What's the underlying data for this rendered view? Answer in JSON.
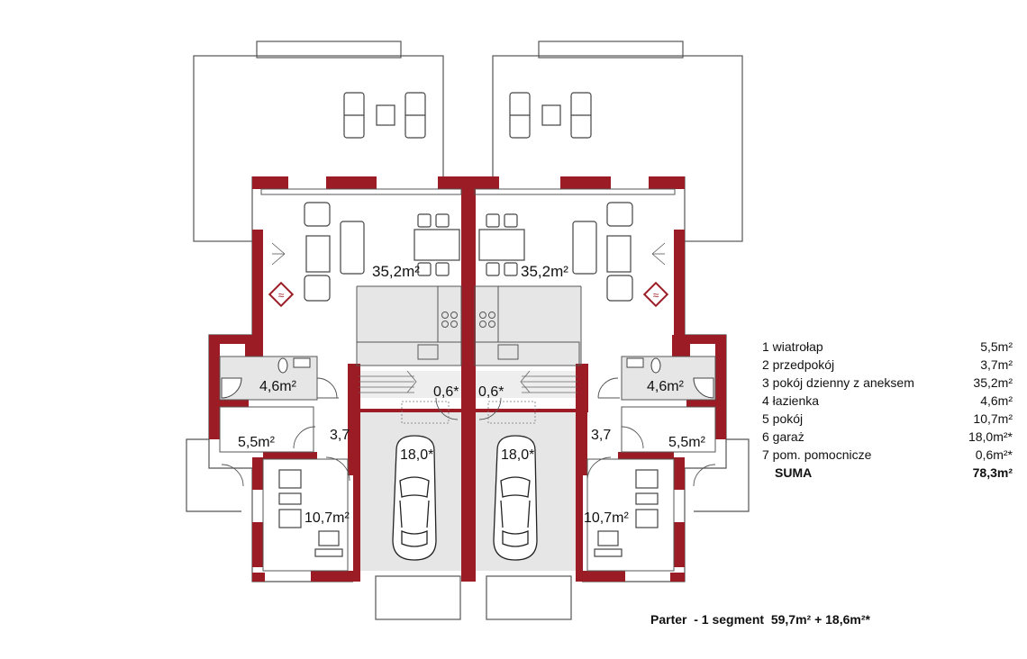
{
  "areas": {
    "living_left": "35,2m²",
    "living_right": "35,2m²",
    "bath_left": "4,6m²",
    "bath_right": "4,6m²",
    "vestibule_left": "5,5m²",
    "vestibule_right": "5,5m²",
    "hall_left": "3,7",
    "hall_right": "3,7",
    "room_left": "10,7m²",
    "room_right": "10,7m²",
    "garage_left": "18,0*",
    "garage_right": "18,0*",
    "aux_left": "0,6*",
    "aux_right": "0,6*"
  },
  "legend": [
    {
      "label": "1 wiatrołap",
      "value": "5,5m²"
    },
    {
      "label": "2 przedpokój",
      "value": "3,7m²"
    },
    {
      "label": "3 pokój dzienny z aneksem",
      "value": "35,2m²"
    },
    {
      "label": "4 łazienka",
      "value": "4,6m²"
    },
    {
      "label": "5 pokój",
      "value": "10,7m²"
    },
    {
      "label": "6 garaż",
      "value": "18,0m²*"
    },
    {
      "label": "7 pom. pomocnicze",
      "value": "0,6m²*"
    }
  ],
  "total": {
    "label": "SUMA",
    "value": "78,3m²"
  },
  "summary": "Parter  - 1 segment  59,7m² + 18,6m²*",
  "colors": {
    "wall": "#9b1c24",
    "floor_grey": "#e6e6e6",
    "outline": "#555555"
  }
}
